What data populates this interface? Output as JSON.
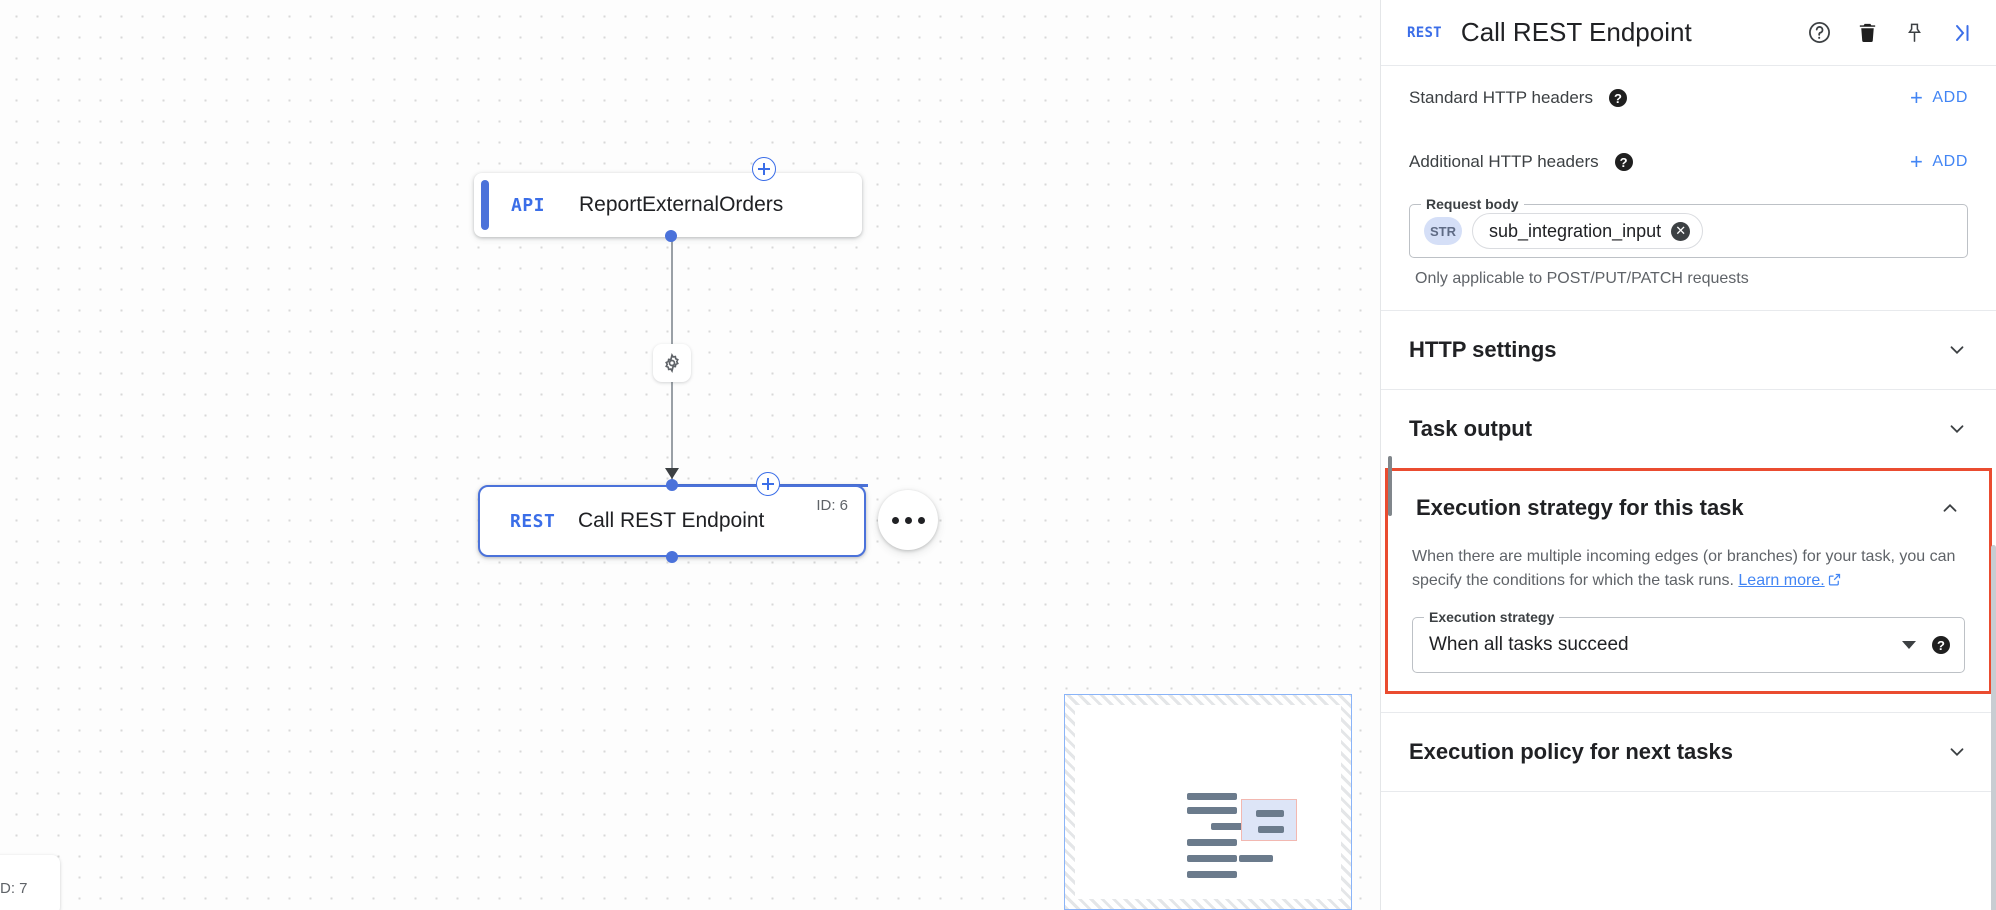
{
  "panel": {
    "badge": "REST",
    "title": "Call REST Endpoint",
    "icons": {
      "help": "help-circle-icon",
      "delete": "trash-icon",
      "pin": "pin-icon",
      "collapse": "collapse-panel-icon"
    },
    "rows": [
      {
        "label": "Standard HTTP headers",
        "help": "?",
        "add_plus": "+",
        "add_label": "ADD"
      },
      {
        "label": "Additional HTTP headers",
        "help": "?",
        "add_plus": "+",
        "add_label": "ADD"
      }
    ],
    "request_body": {
      "legend": "Request body",
      "type_chip": "STR",
      "value": "sub_integration_input",
      "clear": "✕",
      "helper": "Only applicable to POST/PUT/PATCH requests"
    },
    "sections": [
      {
        "title": "HTTP settings",
        "state": "collapsed"
      },
      {
        "title": "Task output",
        "state": "collapsed"
      },
      {
        "title": "Execution policy for next tasks",
        "state": "collapsed"
      }
    ],
    "execution_strategy": {
      "title": "Execution strategy for this task",
      "state": "expanded",
      "description_line1": "When there are multiple incoming edges (or branches) for your task,",
      "description_line2": "you can specify the conditions for which the task runs.",
      "learn_more": "Learn more.",
      "field_legend": "Execution strategy",
      "selected_value": "When all tasks succeed",
      "help": "?",
      "highlight_color": "#ea4c30"
    }
  },
  "canvas": {
    "nodes": [
      {
        "badge": "API",
        "label": "ReportExternalOrders",
        "id": ""
      },
      {
        "badge": "REST",
        "label": "Call REST Endpoint",
        "id": "ID: 6"
      }
    ],
    "clipped_node_id": "D: 7",
    "edge_icon": "gear-icon",
    "add_node_icon": "plus-circle-icon",
    "overflow_icon": "more-options-icon"
  },
  "colors": {
    "accent_blue": "#4b72da",
    "link_blue": "#4285f4",
    "highlight_red": "#ea4c30",
    "node_border": "#4b72da"
  }
}
